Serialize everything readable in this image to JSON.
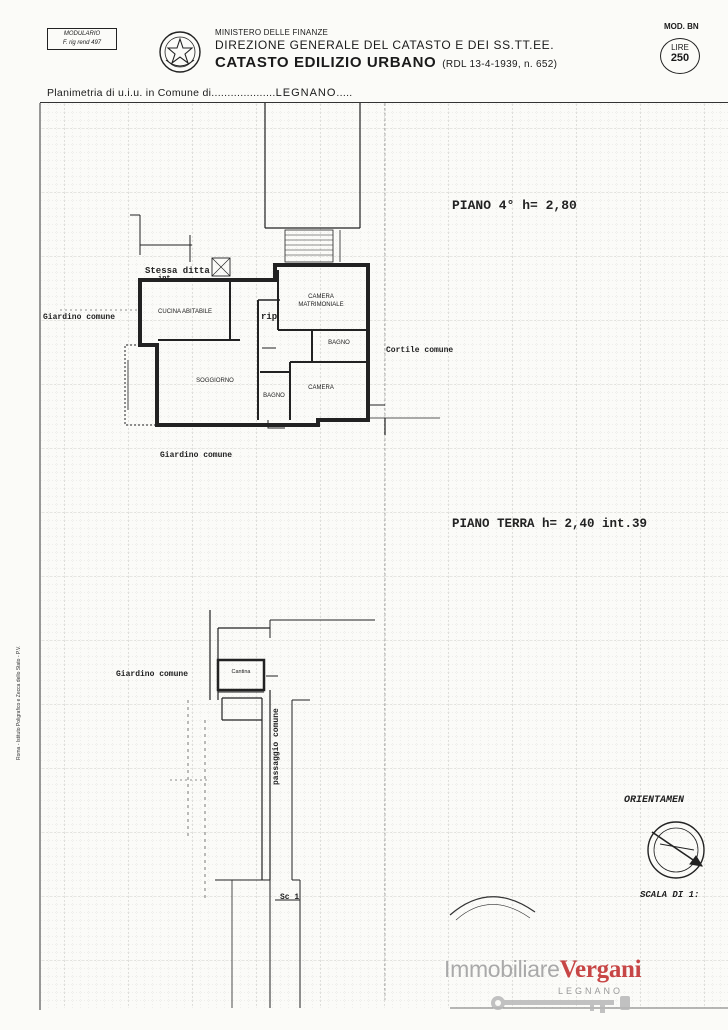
{
  "header": {
    "form_box": {
      "line1": "MODULARIO",
      "line2": "F. rig rend 497"
    },
    "ministry": "MINISTERO DELLE FINANZE",
    "direction": "DIREZIONE GENERALE DEL CATASTO E DEI SS.TT.EE.",
    "catasto": "CATASTO EDILIZIO URBANO",
    "law_ref": "(RDL 13-4-1939, n. 652)",
    "mod": "MOD. BN",
    "lire_label": "LIRE",
    "lire_value": "250",
    "planimetria_prefix": "Planimetria di u.i.u. in Comune di....................",
    "comune": "LEGNANO",
    "comune_suffix": "....."
  },
  "floor4": {
    "title": "PIANO 4°  h= 2,80",
    "stessa_ditta": "Stessa ditta",
    "int": "int",
    "rip": "rip",
    "rooms": {
      "cucina": "CUCINA ABITABILE",
      "camera_matrimoniale_1": "CAMERA",
      "camera_matrimoniale_2": "MATRIMONIALE",
      "bagno1": "BAGNO",
      "soggiorno": "SOGGIORNO",
      "bagno2": "BAGNO",
      "camera": "CAMERA"
    },
    "giardino_left": "Giardino comune",
    "cortile": "Cortile comune",
    "giardino_bottom": "Giardino comune"
  },
  "ground": {
    "title": "PIANO TERRA h= 2,40  int.39",
    "giardino": "Giardino comune",
    "cantina": "Cantina",
    "passaggio": "passaggio comune",
    "sc": "Sc 1"
  },
  "legend": {
    "orientamento": "ORIENTAMEN",
    "scala": "SCALA DI 1:"
  },
  "side_text": "Roma - Istituto Poligrafico e Zecca dello Stato - P.V.",
  "watermark": {
    "brand_grey": "Immobiliare",
    "brand_red": "Vergani",
    "city": "LEGNANO"
  },
  "colors": {
    "brand_red": "#c74646",
    "brand_grey": "#a9a9a9",
    "ink": "#1a1a1a"
  }
}
